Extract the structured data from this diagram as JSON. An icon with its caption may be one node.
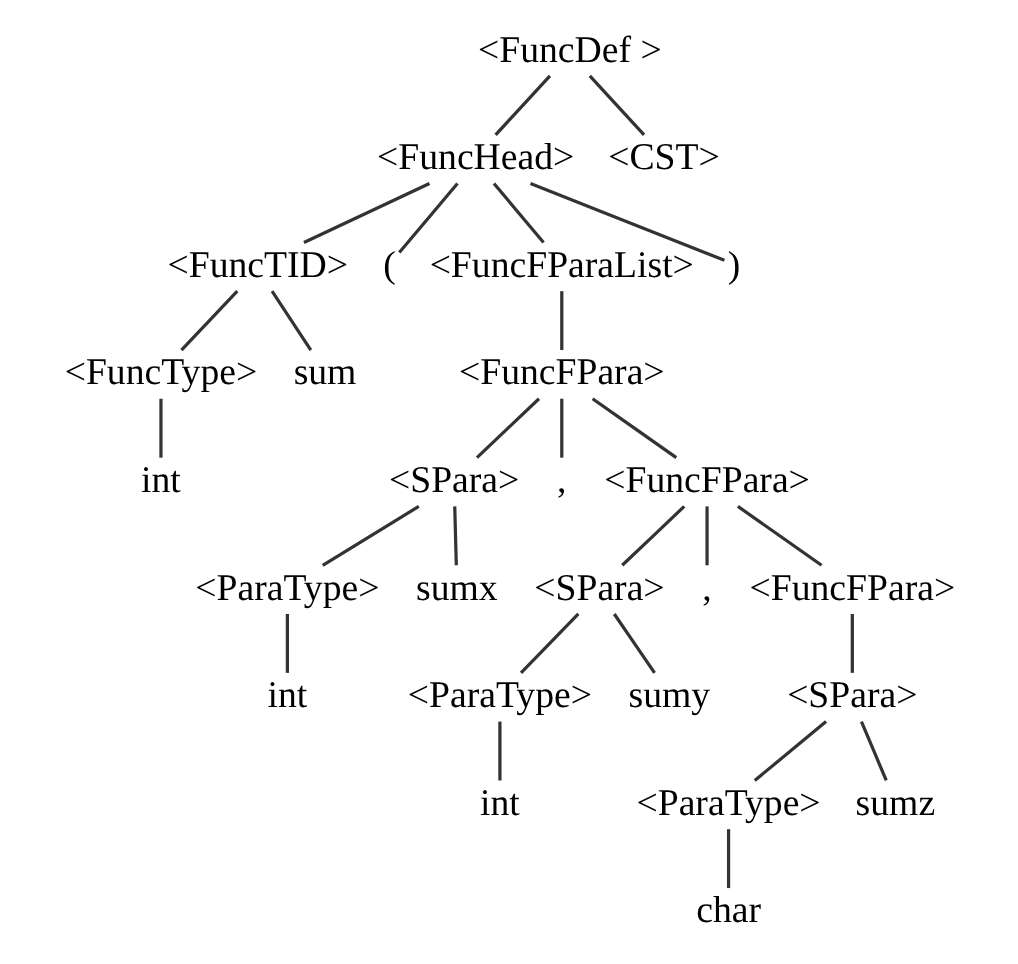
{
  "diagram": {
    "nodes": [
      {
        "text": [
          "<FuncDef >"
        ]
      },
      {
        "text": [
          "<FuncHead>"
        ]
      },
      {
        "text": [
          "<CST>"
        ]
      },
      {
        "text": [
          "<FuncTID>"
        ]
      },
      {
        "text": [
          "("
        ]
      },
      {
        "text": [
          "<FuncFParaList>"
        ]
      },
      {
        "text": [
          ")"
        ]
      },
      {
        "text": [
          "<FuncType>"
        ]
      },
      {
        "text": [
          "sum"
        ]
      },
      {
        "text": [
          "<FuncFPara>"
        ]
      },
      {
        "text": [
          "int"
        ]
      },
      {
        "text": [
          "<SPara>"
        ]
      },
      {
        "text": [
          ","
        ]
      },
      {
        "text": [
          "<FuncFPara>"
        ]
      },
      {
        "text": [
          "<ParaType>"
        ]
      },
      {
        "text": [
          "sumx"
        ]
      },
      {
        "text": [
          "<SPara>"
        ]
      },
      {
        "text": [
          ","
        ]
      },
      {
        "text": [
          "<FuncFPara>"
        ]
      },
      {
        "text": [
          "int"
        ]
      },
      {
        "text": [
          "<ParaType>"
        ]
      },
      {
        "text": [
          "sumy"
        ]
      },
      {
        "text": [
          "<SPara>"
        ]
      },
      {
        "text": [
          "int"
        ]
      },
      {
        "text": [
          "<ParaType>"
        ]
      },
      {
        "text": [
          "sumz"
        ]
      },
      {
        "text": [
          "char"
        ]
      }
    ],
    "edges": [
      {
        "from": 0,
        "to": 1,
        "arrow": "none"
      },
      {
        "from": 0,
        "to": 2,
        "arrow": "none"
      },
      {
        "from": 1,
        "to": 3,
        "arrow": "none"
      },
      {
        "from": 1,
        "to": 4,
        "arrow": "none"
      },
      {
        "from": 1,
        "to": 5,
        "arrow": "none"
      },
      {
        "from": 1,
        "to": 6,
        "arrow": "none"
      },
      {
        "from": 3,
        "to": 7,
        "arrow": "none"
      },
      {
        "from": 3,
        "to": 8,
        "arrow": "none"
      },
      {
        "from": 5,
        "to": 9,
        "arrow": "none"
      },
      {
        "from": 7,
        "to": 10,
        "arrow": "none"
      },
      {
        "from": 9,
        "to": 11,
        "arrow": "none"
      },
      {
        "from": 9,
        "to": 12,
        "arrow": "none"
      },
      {
        "from": 9,
        "to": 13,
        "arrow": "none"
      },
      {
        "from": 11,
        "to": 14,
        "arrow": "none"
      },
      {
        "from": 11,
        "to": 15,
        "arrow": "none"
      },
      {
        "from": 13,
        "to": 16,
        "arrow": "none"
      },
      {
        "from": 13,
        "to": 17,
        "arrow": "none"
      },
      {
        "from": 13,
        "to": 18,
        "arrow": "none"
      },
      {
        "from": 14,
        "to": 19,
        "arrow": "none"
      },
      {
        "from": 16,
        "to": 20,
        "arrow": "none"
      },
      {
        "from": 16,
        "to": 21,
        "arrow": "none"
      },
      {
        "from": 18,
        "to": 22,
        "arrow": "none"
      },
      {
        "from": 20,
        "to": 23,
        "arrow": "none"
      },
      {
        "from": 22,
        "to": 24,
        "arrow": "none"
      },
      {
        "from": 22,
        "to": 25,
        "arrow": "none"
      },
      {
        "from": 24,
        "to": 26,
        "arrow": "none"
      }
    ]
  }
}
